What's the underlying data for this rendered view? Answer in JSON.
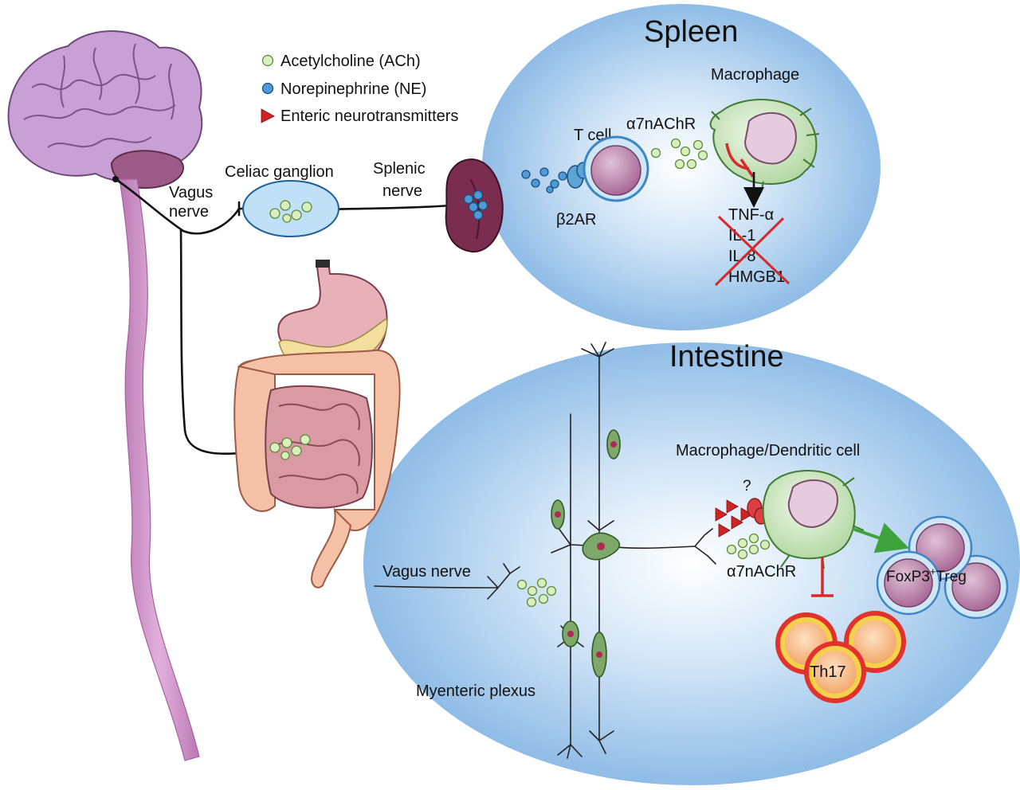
{
  "legend": {
    "ach": "Acetylcholine (ACh)",
    "ne": "Norepinephrine (NE)",
    "enteric": "Enteric neurotransmitters"
  },
  "labels": {
    "vagus_top_line1": "Vagus",
    "vagus_top_line2": "nerve",
    "celiac_ganglion": "Celiac ganglion",
    "splenic_line1": "Splenic",
    "splenic_line2": "nerve",
    "vagus_nerve_intestine": "Vagus nerve",
    "myenteric_plexus": "Myenteric plexus"
  },
  "spleen": {
    "title": "Spleen",
    "macrophage": "Macrophage",
    "t_cell": "T cell",
    "a7nachr": "α7nAChR",
    "b2ar": "β2AR",
    "cytokines": [
      "TNF-α",
      "IL-1",
      "IL-8",
      "HMGB1"
    ]
  },
  "intestine": {
    "title": "Intestine",
    "macrophage_dc": "Macrophage/Dendritic cell",
    "question": "?",
    "a7nachr": "α7nAChR",
    "treg_main": "FoxP3",
    "treg_sup": "+",
    "treg_suffix": "Treg",
    "th17": "Th17"
  },
  "colors": {
    "spleen_bg": "#8fbce6",
    "intestine_bg": "#8fbce6",
    "brain": "#c9a0d6",
    "spinal_cord": "#cf93c9",
    "ach": "#d9efc0",
    "ne": "#4c9bd8",
    "enteric": "#cf2424",
    "inhibit": "#d62b2b",
    "activate": "#3ea33a",
    "macrophage": "#cfe8c3",
    "treg": "#b77fa6",
    "th17": "#f7b17a"
  }
}
